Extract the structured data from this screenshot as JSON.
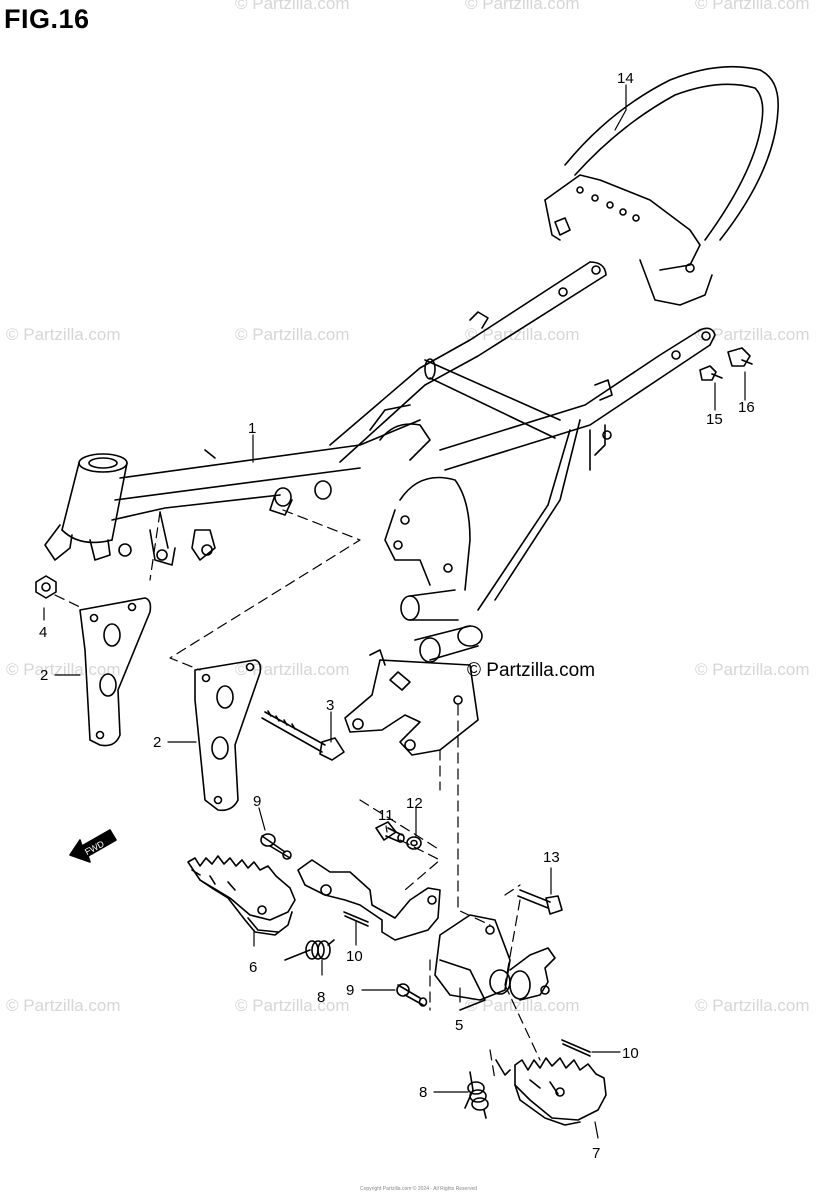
{
  "figure": {
    "title": "FIG.16",
    "watermark_text": "© Partzilla.com",
    "watermark_strong": "© Partzilla.com",
    "fwd_label": "FWD",
    "copyright_line": "Copyright Partzilla.com © 2024 - All Rights Reserved"
  },
  "callouts": [
    {
      "id": "c1",
      "number": "1"
    },
    {
      "id": "c2a",
      "number": "2"
    },
    {
      "id": "c2b",
      "number": "2"
    },
    {
      "id": "c3",
      "number": "3"
    },
    {
      "id": "c4",
      "number": "4"
    },
    {
      "id": "c5",
      "number": "5"
    },
    {
      "id": "c6",
      "number": "6"
    },
    {
      "id": "c7",
      "number": "7"
    },
    {
      "id": "c8a",
      "number": "8"
    },
    {
      "id": "c8b",
      "number": "8"
    },
    {
      "id": "c9a",
      "number": "9"
    },
    {
      "id": "c9b",
      "number": "9"
    },
    {
      "id": "c10a",
      "number": "10"
    },
    {
      "id": "c10b",
      "number": "10"
    },
    {
      "id": "c11",
      "number": "11"
    },
    {
      "id": "c12",
      "number": "12"
    },
    {
      "id": "c13",
      "number": "13"
    },
    {
      "id": "c14",
      "number": "14"
    },
    {
      "id": "c15",
      "number": "15"
    },
    {
      "id": "c16",
      "number": "16"
    }
  ],
  "colors": {
    "line": "#000000",
    "watermark": "#d6d6d6",
    "background": "#ffffff"
  }
}
